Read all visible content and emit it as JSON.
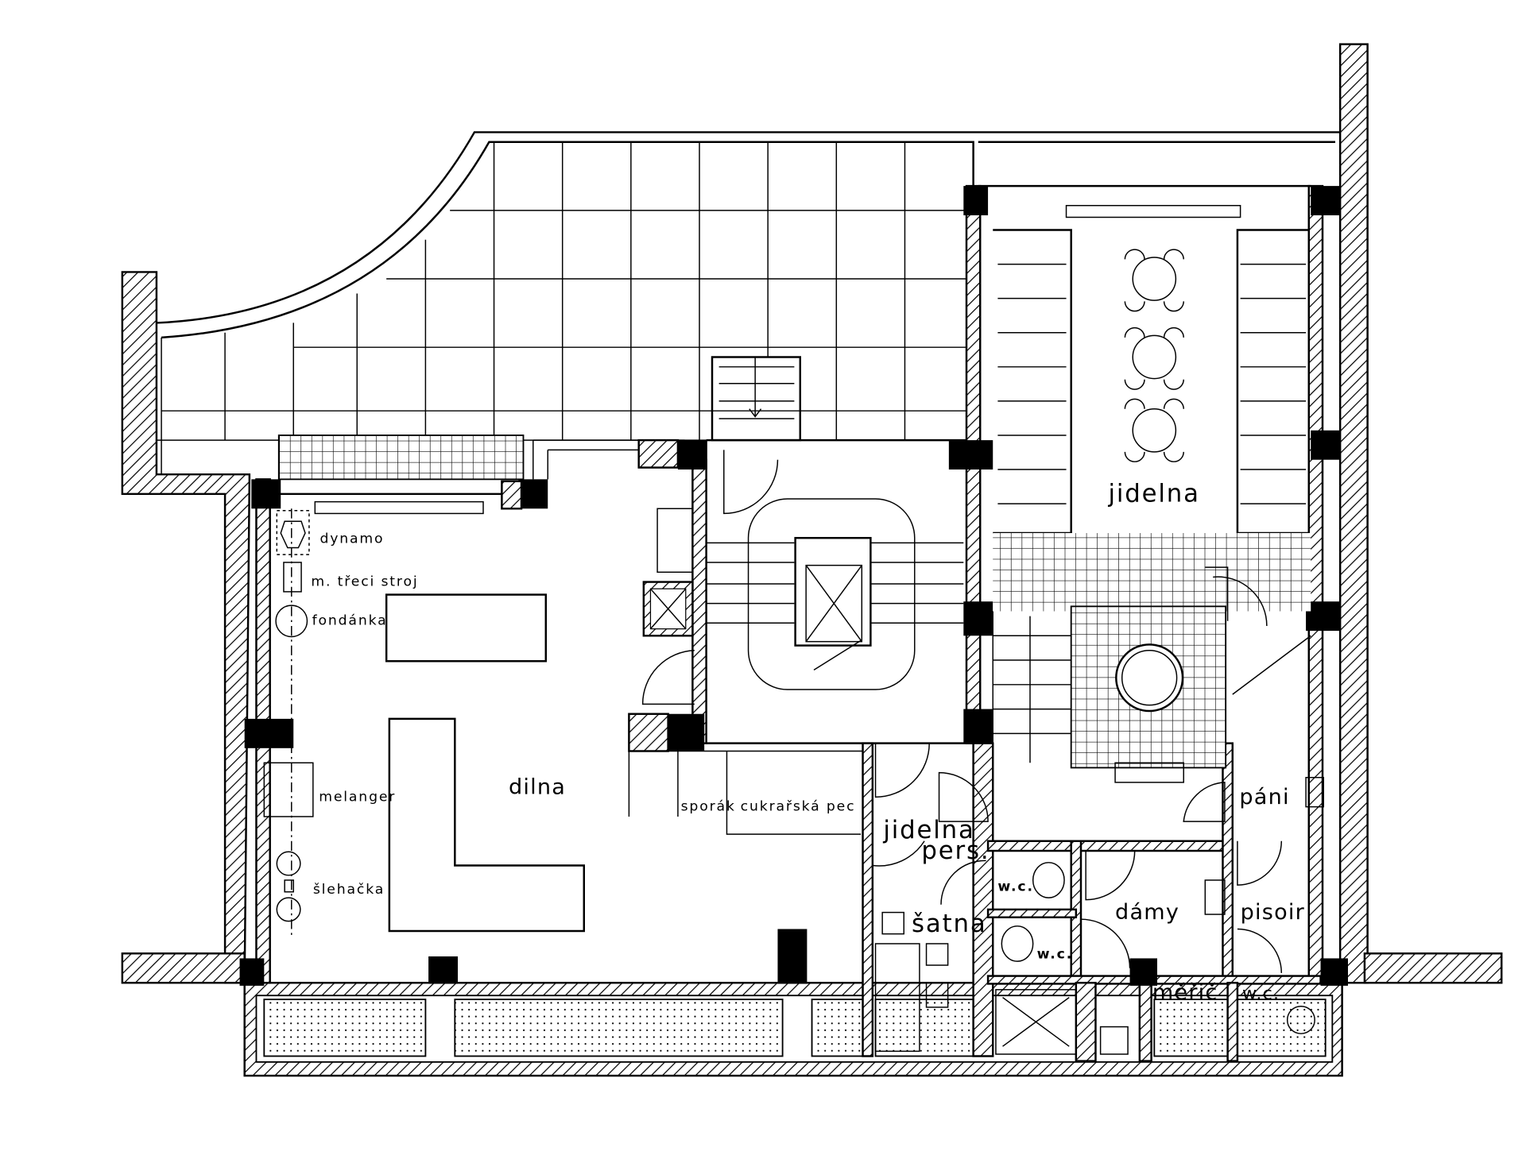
{
  "plan": {
    "rooms": {
      "workshop": "dilna",
      "dining_room": "jidelna",
      "staff_dining_1": "jidelna",
      "staff_dining_2": "pers.",
      "cloakroom": "šatna",
      "wc_1": "w.c.",
      "wc_2": "w.c.",
      "ladies": "dámy",
      "meter": "měřič",
      "wc_3": "w.c.",
      "gents": "páni",
      "urinal": "pisoir"
    },
    "equipment": {
      "dynamo": "dynamo",
      "grinder": "m. třeci stroj",
      "fondant": "fondánka",
      "melanger": "melanger",
      "whipper": "šlehačka",
      "stove": "sporák",
      "oven": "cukrařská pec"
    }
  }
}
